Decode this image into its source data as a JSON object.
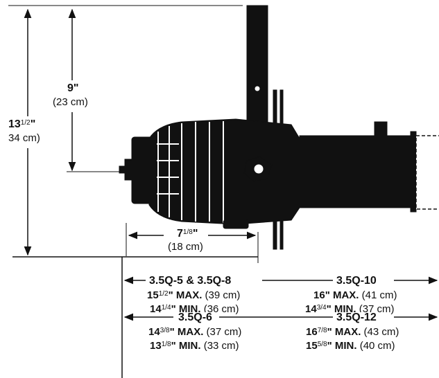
{
  "dimensions": {
    "height_full": {
      "inch_whole": "13",
      "inch_frac": "1/2",
      "quote": "\"",
      "cm": "34 cm)"
    },
    "height_yoke": {
      "inch": "9\"",
      "cm": "(23 cm)"
    },
    "depth_front": {
      "inch_whole": "7",
      "inch_frac": "1/8",
      "quote": "\"",
      "cm": "(18 cm)"
    }
  },
  "models": [
    {
      "name": "3.5Q-5 & 3.5Q-8",
      "max": {
        "whole": "15",
        "frac": "1/2",
        "suffix": "\" MAX.",
        "cm": " (39 cm)"
      },
      "min": {
        "whole": "14",
        "frac": "1/4",
        "suffix": "\" MIN.",
        "cm": " (36 cm)"
      }
    },
    {
      "name": "3.5Q-10",
      "max": {
        "whole": "16",
        "frac": "",
        "suffix": "\" MAX.",
        "cm": " (41 cm)"
      },
      "min": {
        "whole": "14",
        "frac": "3/4",
        "suffix": "\" MIN.",
        "cm": " (37 cm)"
      }
    },
    {
      "name": "3.5Q-6",
      "max": {
        "whole": "14",
        "frac": "3/8",
        "suffix": "\" MAX.",
        "cm": " (37 cm)"
      },
      "min": {
        "whole": "13",
        "frac": "1/8",
        "suffix": "\" MIN.",
        "cm": " (33 cm)"
      }
    },
    {
      "name": "3.5Q-12",
      "max": {
        "whole": "16",
        "frac": "7/8",
        "suffix": "\" MAX.",
        "cm": " (43 cm)"
      },
      "min": {
        "whole": "15",
        "frac": "5/8",
        "suffix": "\" MIN.",
        "cm": " (40 cm)"
      }
    }
  ],
  "colors": {
    "ink": "#111111",
    "paper": "#ffffff"
  },
  "icons": {
    "fixture": "ellipsoidal-spotlight-illustration",
    "arrow": "dimension-arrow"
  }
}
